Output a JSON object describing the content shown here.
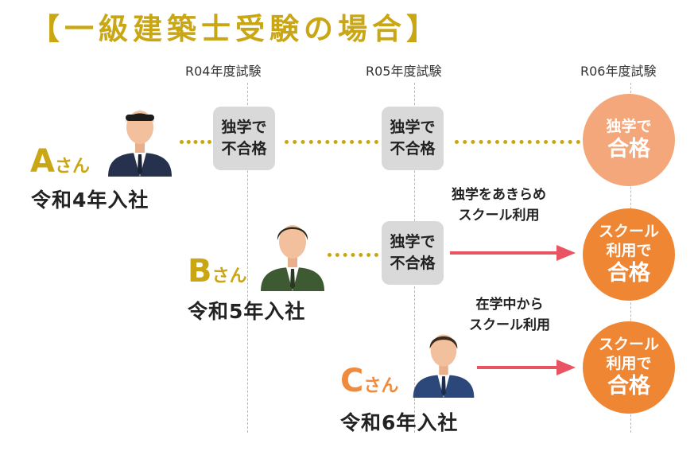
{
  "title": "【一級建築士受験の場合】",
  "exams": [
    "R04年度試験",
    "R05年度試験",
    "R06年度試験"
  ],
  "people": [
    {
      "letter": "A",
      "suffix": "さん",
      "hire": "令和4年入社"
    },
    {
      "letter": "B",
      "suffix": "さん",
      "hire": "令和5年入社"
    },
    {
      "letter": "C",
      "suffix": "さん",
      "hire": "令和6年入社"
    }
  ],
  "fail_box": {
    "line1": "独学で",
    "line2": "不合格"
  },
  "results": {
    "a": {
      "line1": "独学で",
      "big": "合格"
    },
    "b": {
      "line1": "スクール",
      "line2": "利用で",
      "big": "合格"
    },
    "c": {
      "line1": "スクール",
      "line2": "利用で",
      "big": "合格"
    }
  },
  "notes": {
    "b": {
      "line1": "独学をあきらめ",
      "line2": "スクール利用"
    },
    "c": {
      "line1": "在学中から",
      "line2": "スクール利用"
    }
  },
  "colors": {
    "gold": "#c9a614",
    "gray_box": "#d9d9d9",
    "circle_light": "#f3a77a",
    "circle_dark": "#ef8634",
    "arrow": "#e85462",
    "person_a_suit": "#26324d",
    "person_b_suit": "#3e5a33",
    "person_c_suit": "#2c4779",
    "c_name": "#f08a3c"
  }
}
